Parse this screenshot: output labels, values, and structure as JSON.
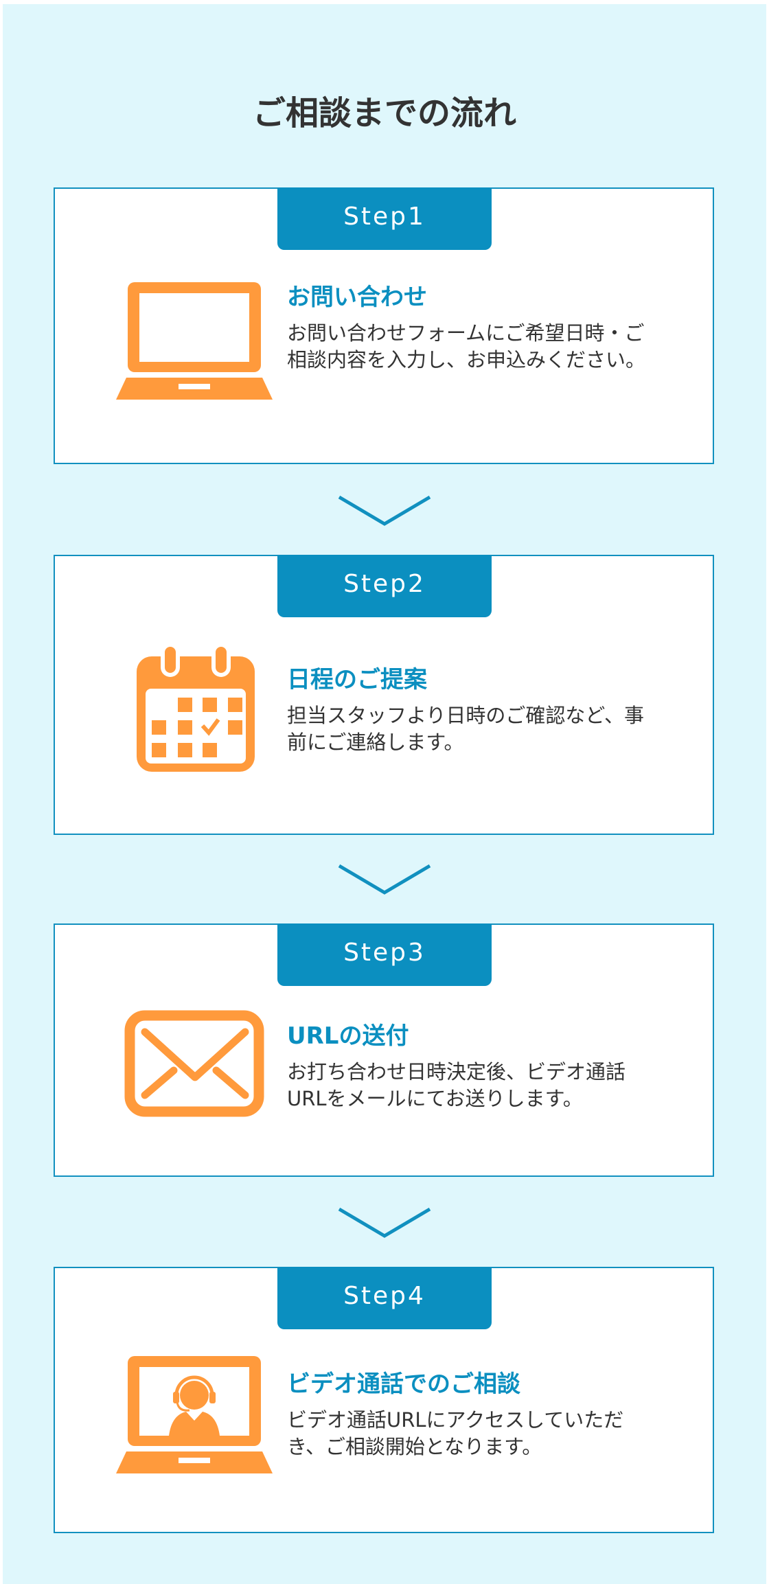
{
  "title": "ご相談までの流れ",
  "colors": {
    "background": "#dff7fc",
    "accent": "#0b8fc0",
    "icon": "#ff9a3c",
    "text": "#333333"
  },
  "steps": [
    {
      "label": "Step1",
      "icon": "laptop-icon",
      "heading": "お問い合わせ",
      "description": "お問い合わせフォームにご希望日時・ご相談内容を入力し、お申込みください。"
    },
    {
      "label": "Step2",
      "icon": "calendar-icon",
      "heading": "日程のご提案",
      "description": "担当スタッフより日時のご確認など、事前にご連絡します。"
    },
    {
      "label": "Step3",
      "icon": "envelope-icon",
      "heading": "URLの送付",
      "description": "お打ち合わせ日時決定後、ビデオ通話URLをメールにてお送りします。"
    },
    {
      "label": "Step4",
      "icon": "video-consultation-icon",
      "heading": "ビデオ通話でのご相談",
      "description": "ビデオ通話URLにアクセスしていただき、ご相談開始となります。"
    }
  ]
}
